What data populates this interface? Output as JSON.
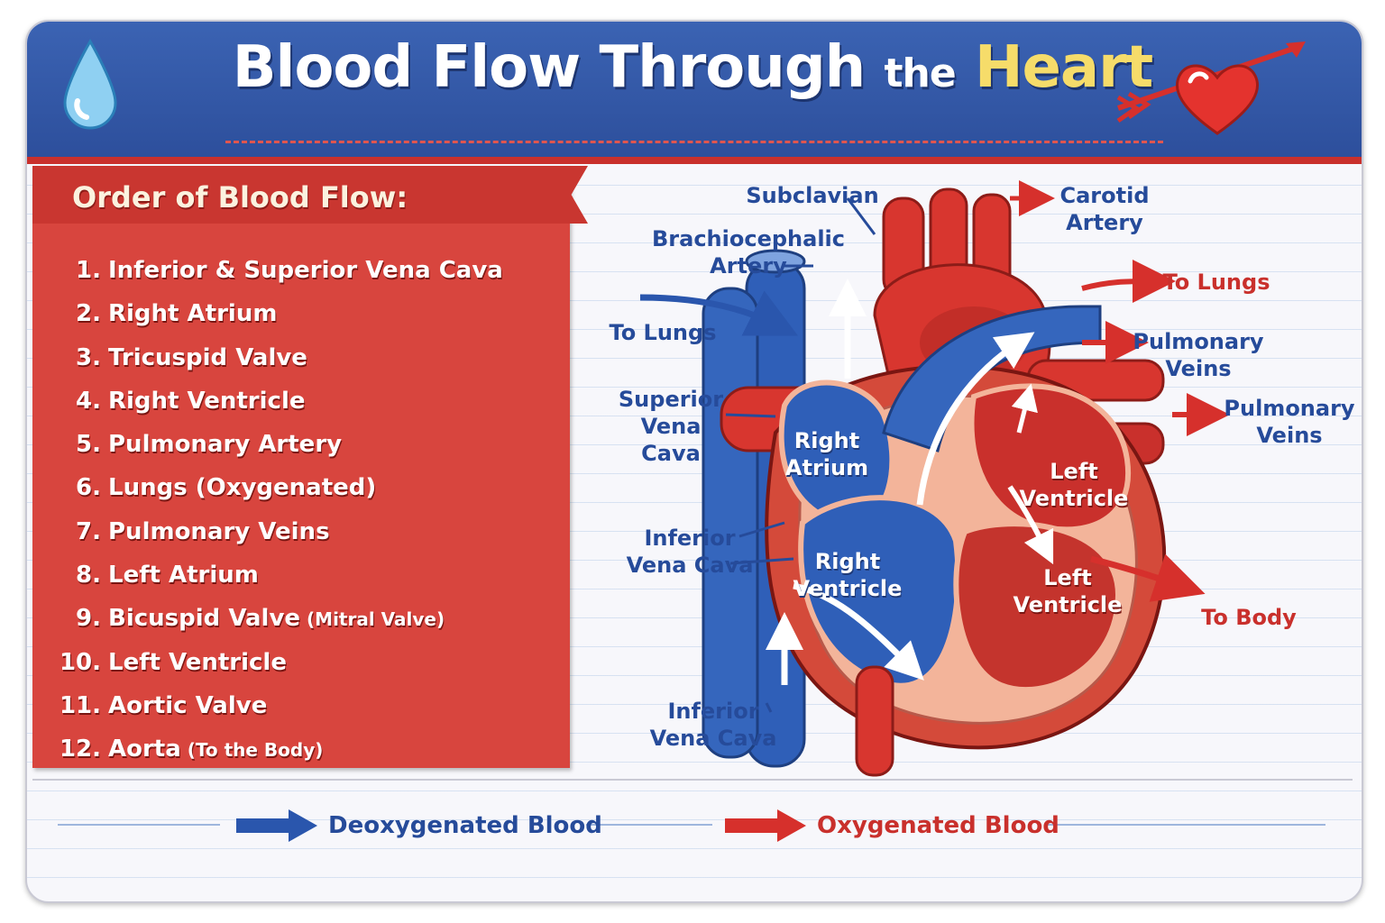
{
  "title": {
    "part1": "Blood Flow Through",
    "part2": "the",
    "part3": "Heart"
  },
  "icons": {
    "left": "water-drop-icon",
    "right": "heart-with-arrow-icon"
  },
  "order_panel": {
    "heading": "Order of Blood Flow:",
    "steps": [
      {
        "num": "1.",
        "text": "Inferior & Superior Vena Cava",
        "note": ""
      },
      {
        "num": "2.",
        "text": "Right Atrium",
        "note": ""
      },
      {
        "num": "3.",
        "text": "Tricuspid Valve",
        "note": ""
      },
      {
        "num": "4.",
        "text": "Right Ventricle",
        "note": ""
      },
      {
        "num": "5.",
        "text": "Pulmonary Artery",
        "note": ""
      },
      {
        "num": "6.",
        "text": "Lungs (Oxygenated)",
        "note": ""
      },
      {
        "num": "7.",
        "text": "Pulmonary Veins",
        "note": ""
      },
      {
        "num": "8.",
        "text": "Left Atrium",
        "note": ""
      },
      {
        "num": "9.",
        "text": "Bicuspid Valve",
        "note": "(Mitral Valve)"
      },
      {
        "num": "10.",
        "text": "Left Ventricle",
        "note": ""
      },
      {
        "num": "11.",
        "text": "Aortic Valve",
        "note": ""
      },
      {
        "num": "12.",
        "text": "Aorta",
        "note": "(To the Body)"
      }
    ]
  },
  "diagram_labels": {
    "subclavian": "Subclavian",
    "carotid_artery": "Carotid Artery",
    "brachiocephalic_artery": "Brachiocephalic\nArtery",
    "to_lungs_left": "To Lungs",
    "to_lungs_right": "To Lungs",
    "pulmonary_veins_1": "Pulmonary\nVeins",
    "pulmonary_veins_2": "Pulmonary\nVeins",
    "superior_vena_cava": "Superior\nVena Cava",
    "right_atrium": "Right\nAtrium",
    "left_ventricle_upper": "Left\nVentricle",
    "left_ventricle_lower": "Left\nVentricle",
    "inferior_vena_cava_1": "Inferior\nVena Cava",
    "right_ventricle": "Right\nVentricle",
    "to_body": "To Body",
    "inferior_vena_cava_2": "Inferior\nVena Cava"
  },
  "legend": {
    "deoxygenated": "Deoxygenated Blood",
    "oxygenated": "Oxygenated Blood"
  },
  "colors": {
    "deoxygenated": "#2a56ad",
    "oxygenated": "#d6302c",
    "header_blue": "#3b63b3",
    "panel_red": "#d8453e",
    "title_yellow": "#f6dc6a"
  }
}
